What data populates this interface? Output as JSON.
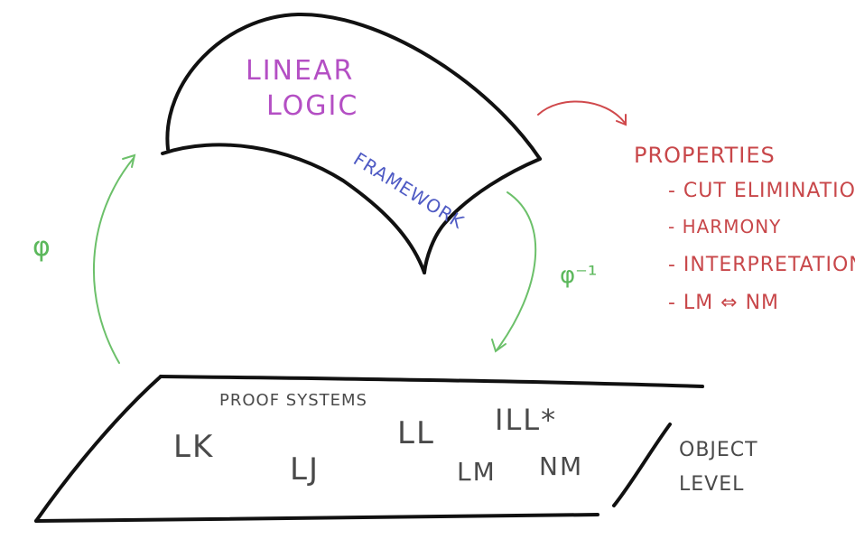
{
  "framework": {
    "title_line1": "LINEAR",
    "title_line2": "LOGIC",
    "subtitle": "FRAMEWORK"
  },
  "arrows": {
    "phi": "φ",
    "phi_inverse": "φ⁻¹"
  },
  "properties": {
    "heading": "PROPERTIES",
    "items": [
      "- CUT ELIMINATION",
      "- HARMONY",
      "- INTERPRETATION",
      "- LM ⇔ NM"
    ]
  },
  "object_level": {
    "heading": "PROOF SYSTEMS",
    "label_line1": "OBJECT",
    "label_line2": "LEVEL",
    "systems": [
      "LK",
      "LJ",
      "LL",
      "ILL*",
      "LM",
      "NM"
    ]
  },
  "colors": {
    "framework_title": "#b44fc4",
    "framework_subtitle": "#4f5bc4",
    "properties": "#c8474a",
    "arrows": "#6cc06a",
    "ink": "#111111",
    "object_text": "#4a4a4a"
  }
}
